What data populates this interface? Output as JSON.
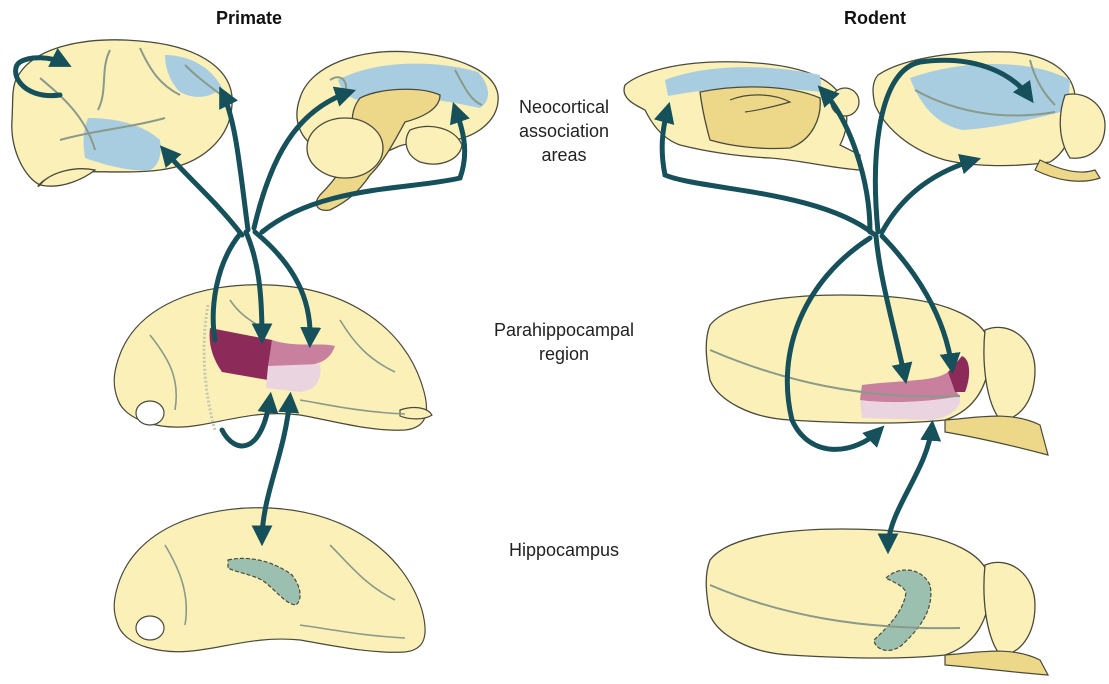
{
  "columns": {
    "primate": "Primate",
    "rodent": "Rodent"
  },
  "levels": {
    "neocortical": [
      "Neocortical",
      "association",
      "areas"
    ],
    "parahippocampal": [
      "Parahippocampal",
      "region"
    ],
    "hippocampus": "Hippocampus"
  },
  "colors": {
    "brain_fill": "#faf0b8",
    "brain_outline": "#4a4a3c",
    "sulcus": "#8a9a8a",
    "cut_surface": "#ecd888",
    "association_area": "#a9cde0",
    "parahippo_dark": "#8c2a5a",
    "parahippo_mid": "#c9809f",
    "parahippo_light": "#ead4e0",
    "hippocampus": "#9cc0b0",
    "arrow": "#16505a",
    "label": "#222222"
  }
}
